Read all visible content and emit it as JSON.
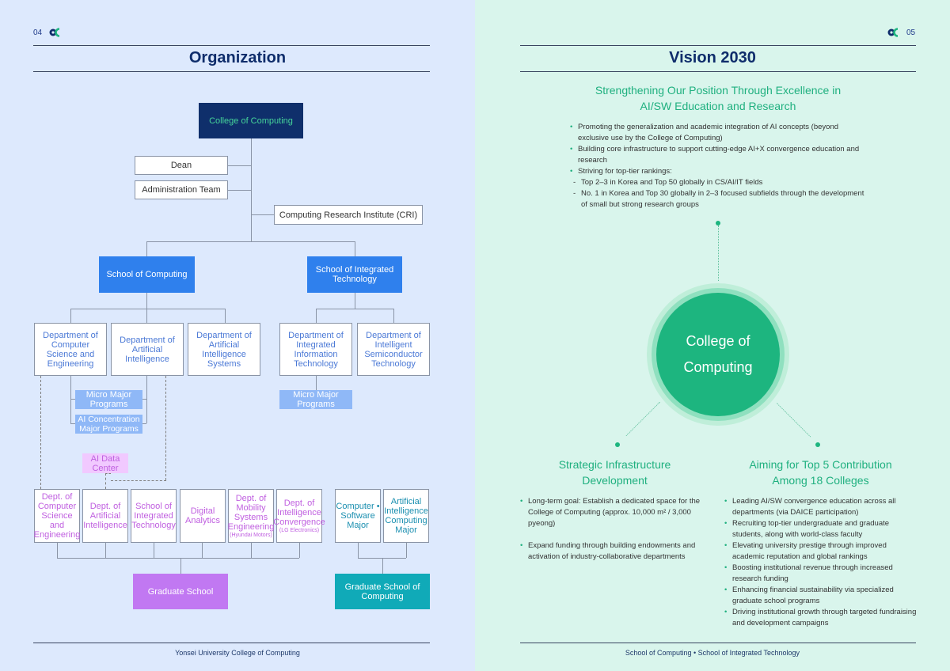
{
  "left": {
    "page_number": "04",
    "title": "Organization",
    "footer": "Yonsei University College of Computing",
    "org": {
      "college": "College of Computing",
      "dean": "Dean",
      "admin": "Administration Team",
      "cri": "Computing Research Institute (CRI)",
      "school_computing": "School of Computing",
      "school_integrated": "School of Integrated Technology",
      "dept_cse": "Department of Computer Science and Engineering",
      "dept_ai": "Department of Artificial Intelligence",
      "dept_ais": "Department of Artificial Intelligence Systems",
      "dept_iit": "Department of Integrated Information Technology",
      "dept_ist": "Department of Intelligent Semiconductor Technology",
      "micro_major_1": "Micro Major Programs",
      "ai_concentration": "AI Concentration Major Programs",
      "micro_major_2": "Micro Major Programs",
      "ai_data_center": "AI Data Center",
      "grad_depts": [
        {
          "name": "Dept. of Computer Science and Engineering",
          "note": ""
        },
        {
          "name": "Dept. of Artificial Intelligence",
          "note": ""
        },
        {
          "name": "School of Integrated Technology",
          "note": ""
        },
        {
          "name": "Digital Analytics",
          "note": ""
        },
        {
          "name": "Dept. of Mobility Systems Engineering",
          "note": "(Hyundai Motors)"
        },
        {
          "name": "Dept. of Intelligence Convergence",
          "note": "(LG Electronics)"
        }
      ],
      "grad_computing_majors": [
        "Computer • Software Major",
        "Artificial Intelligence Computing Major"
      ],
      "graduate_school": "Graduate School",
      "graduate_school_computing": "Graduate School of Computing"
    },
    "colors": {
      "college": "#0f2f6b",
      "school": "#2f80ed",
      "sub": "#8fb8f7",
      "pink": "#f1c9ff",
      "grad": "#c178f2",
      "gradc": "#10aab8"
    }
  },
  "right": {
    "page_number": "05",
    "title": "Vision 2030",
    "footer": "School of Computing • School of Integrated Technology",
    "heading": [
      "Strengthening Our Position Through Excellence in",
      "AI/SW Education and Research"
    ],
    "top_bullets": [
      {
        "text": "Promoting the generalization and academic integration of AI concepts (beyond exclusive use by the College of Computing)",
        "sub": false
      },
      {
        "text": "Building core infrastructure to support cutting-edge AI+X convergence education and research",
        "sub": false
      },
      {
        "text": "Striving for top-tier rankings:",
        "sub": false
      },
      {
        "text": "Top 2–3 in Korea and Top 50 globally in CS/AI/IT fields",
        "sub": true
      },
      {
        "text": "No. 1 in Korea and Top 30 globally in 2–3 focused subfields through the development of small but strong research groups",
        "sub": true
      }
    ],
    "center": [
      "College of",
      "Computing"
    ],
    "left_heading": [
      "Strategic Infrastructure",
      "Development"
    ],
    "left_bullets": [
      "Long-term goal: Establish a dedicated space for the College of Computing (approx. 10,000 m² / 3,000 pyeong)",
      "Expand funding through building endowments and activation of industry-collaborative departments"
    ],
    "right_heading": [
      "Aiming for Top 5 Contribution",
      "Among 18 Colleges"
    ],
    "right_bullets": [
      "Leading AI/SW convergence education across all departments (via DAICE participation)",
      "Recruiting top-tier undergraduate and graduate students, along with world-class faculty",
      "Elevating university prestige through improved academic reputation and global rankings",
      "Boosting institutional revenue through increased research funding",
      "Enhancing financial sustainability via specialized graduate school programs",
      "Driving institutional growth through targeted fundraising and development campaigns"
    ]
  }
}
